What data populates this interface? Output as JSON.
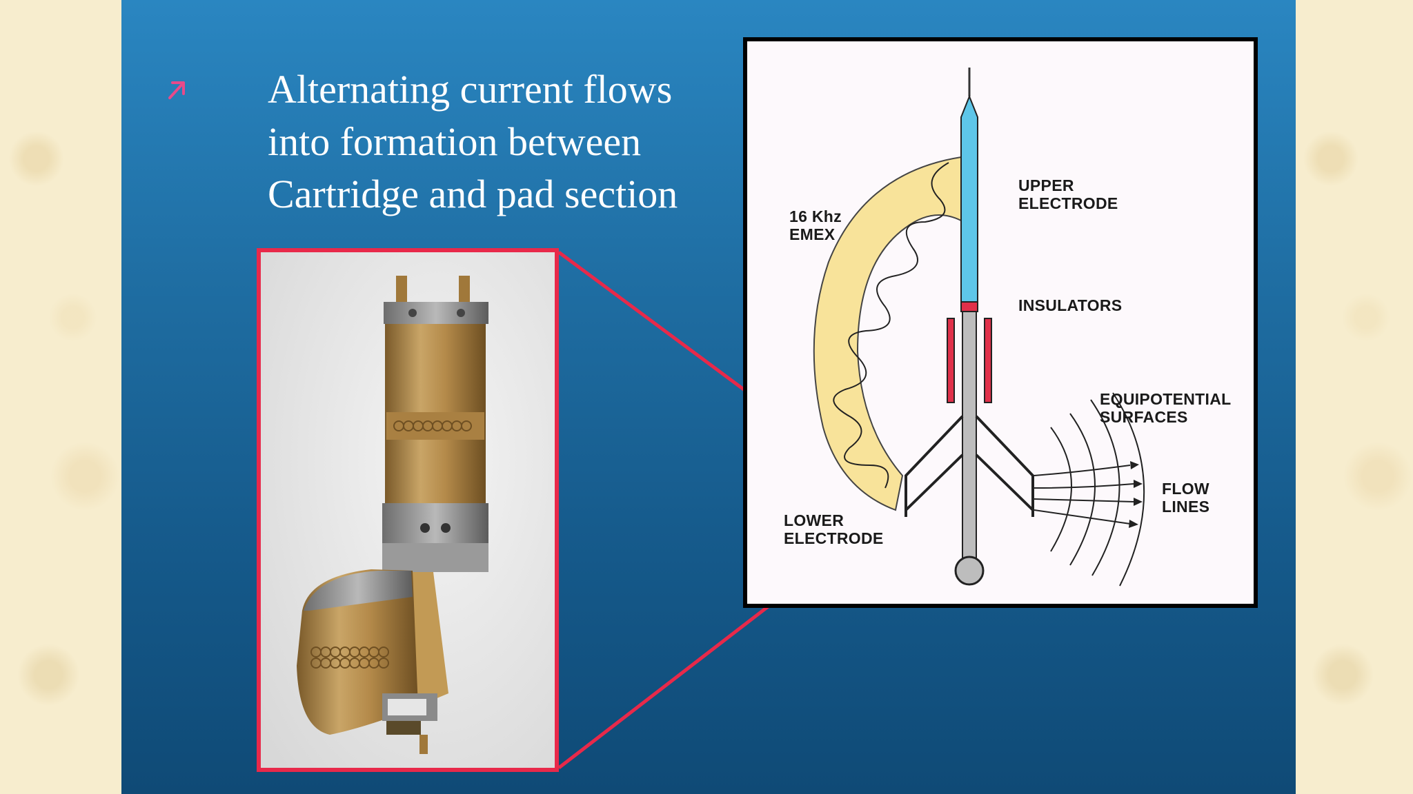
{
  "slide": {
    "headline": "Alternating current flows\ninto formation between\nCartridge and pad section",
    "bullet_icon": "arrow-up-right-icon",
    "colors": {
      "slide_top": "#2a86c1",
      "slide_bottom": "#0f4a76",
      "accent": "#e8294a",
      "bullet": "#e84a8a"
    }
  },
  "diagram": {
    "labels": {
      "upper_electrode": "UPPER\nELECTRODE",
      "emex": "16 Khz\nEMEX",
      "insulators": "INSULATORS",
      "equipotential": "EQUIPOTENTIAL\nSURFACES",
      "flow_lines": "FLOW\nLINES",
      "lower_electrode": "LOWER\nELECTRODE"
    }
  }
}
